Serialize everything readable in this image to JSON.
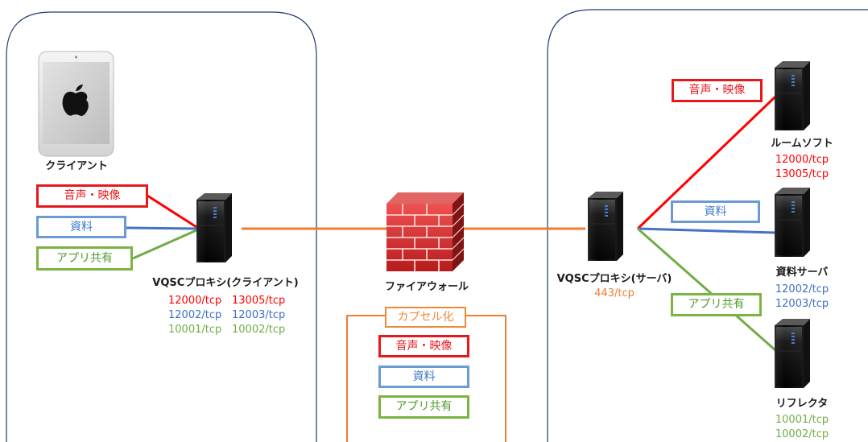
{
  "client_zone": {
    "device_label": "クライアント",
    "proxy_label": "VQSCプロキシ(クライアント)",
    "stream_boxes": {
      "av": "音声・映像",
      "doc": "資料",
      "share": "アプリ共有"
    },
    "ports": {
      "av": [
        "12000/tcp",
        "13005/tcp"
      ],
      "doc": [
        "12002/tcp",
        "12003/tcp"
      ],
      "share": [
        "10001/tcp",
        "10002/tcp"
      ]
    }
  },
  "firewall": {
    "label": "ファイアウォール",
    "encap_label": "カプセル化",
    "encap_items": {
      "av": "音声・映像",
      "doc": "資料",
      "share": "アプリ共有"
    }
  },
  "server_zone": {
    "proxy_label": "VQSCプロキシ(サーバ)",
    "proxy_port": "443/tcp",
    "stream_boxes": {
      "av": "音声・映像",
      "doc": "資料",
      "share": "アプリ共有"
    },
    "servers": [
      {
        "label": "ルームソフト",
        "ports": [
          "12000/tcp",
          "13005/tcp"
        ]
      },
      {
        "label": "資料サーバ",
        "ports": [
          "12002/tcp",
          "12003/tcp"
        ]
      },
      {
        "label": "リフレクタ",
        "ports": [
          "10001/tcp",
          "10002/tcp"
        ]
      }
    ]
  },
  "colors": {
    "av": "#ff0000",
    "doc": "#4472c4",
    "share": "#70ad47",
    "tunnel": "#ed7d31"
  },
  "icons": [
    "tablet-icon",
    "apple-logo-icon",
    "server-tower-icon",
    "firewall-brick-icon"
  ]
}
